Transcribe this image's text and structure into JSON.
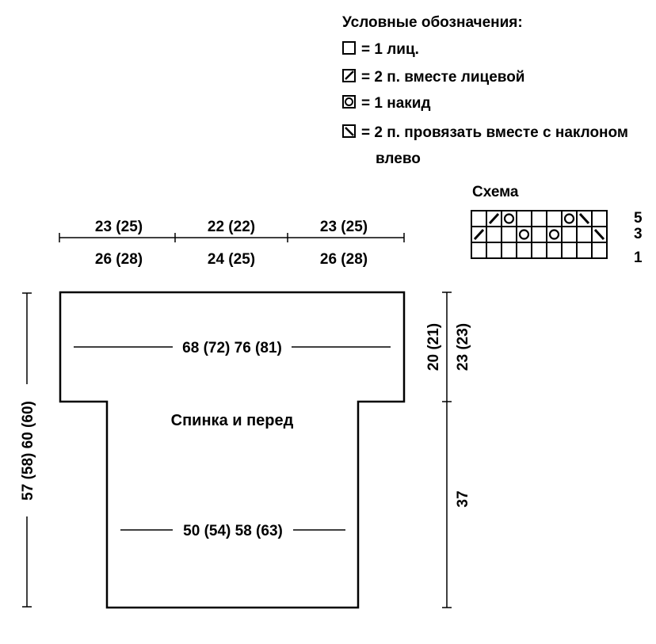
{
  "legend": {
    "title": "Условные обозначения:",
    "items": [
      {
        "symbol": "knit-square",
        "text": "= 1 лиц."
      },
      {
        "symbol": "k2tog-right",
        "text": "= 2 п. вместе лицевой"
      },
      {
        "symbol": "yarn-over",
        "text": "= 1 накид"
      },
      {
        "symbol": "k2tog-left",
        "text": "= 2 п. провязать вместе с наклоном"
      }
    ],
    "continuation": "влево"
  },
  "chart": {
    "title": "Схема",
    "row_labels": [
      "5",
      "3",
      "1"
    ],
    "rows": [
      [
        "",
        "R",
        "O",
        "",
        "",
        "",
        "O",
        "L",
        ""
      ],
      [
        "R",
        "",
        "",
        "O",
        "",
        "O",
        "",
        "",
        "L"
      ],
      [
        "",
        "",
        "",
        "",
        "",
        "",
        "",
        "",
        ""
      ]
    ]
  },
  "top_dimensions": {
    "upper": [
      "23 (25)",
      "22 (22)",
      "23 (25)"
    ],
    "lower": [
      "26 (28)",
      "24 (25)",
      "26 (28)"
    ]
  },
  "garment": {
    "label": "Спинка и перед",
    "chest_width": "68 (72) 76 (81)",
    "hem_width": "50 (54) 58 (63)",
    "total_height": "57 (58) 60 (60)",
    "sleeve_depth_1": "20 (21)",
    "sleeve_depth_2": "23 (23)",
    "body_length": "37"
  }
}
